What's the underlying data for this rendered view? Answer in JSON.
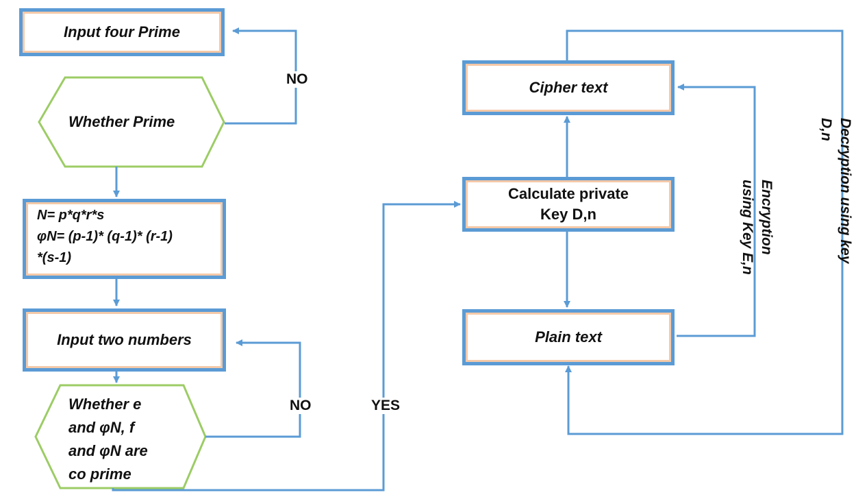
{
  "nodes": {
    "input_primes": "Input four Prime",
    "whether_prime": "Whether Prime",
    "formula_line1": "N= p*q*r*s",
    "formula_line2": "φN= (p-1)* (q-1)* (r-1)",
    "formula_line3": "*(s-1)",
    "input_two_numbers": "Input two numbers",
    "coprime_line1": "Whether e",
    "coprime_line2": "and φN, f",
    "coprime_line3": "and φN are",
    "coprime_line4": "co prime",
    "calc_private_line1": "Calculate private",
    "calc_private_line2": "Key D,n",
    "cipher_text": "Cipher text",
    "plain_text": "Plain text"
  },
  "labels": {
    "no_top": "NO",
    "no_bottom": "NO",
    "yes": "YES",
    "encryption_line1": "Encryption",
    "encryption_line2": "using Key E,n",
    "decryption_line1": "Decryption using key",
    "decryption_line2": "D,n"
  },
  "colors": {
    "box_border": "#5b9bd5",
    "box_inner": "#f4c9a8",
    "hexagon_border": "#9ccc65",
    "arrow": "#5b9bd5"
  }
}
